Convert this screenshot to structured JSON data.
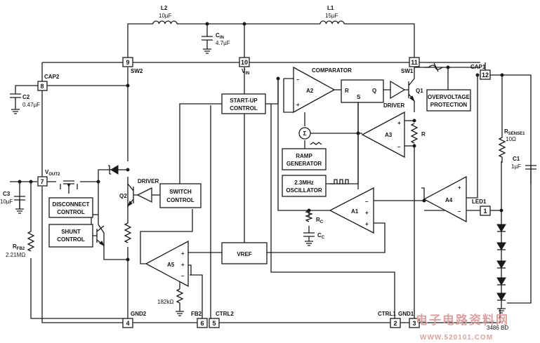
{
  "labels": {
    "L2": "L2",
    "L2_val": "10µF",
    "L1": "L1",
    "L1_val": "15µF",
    "CIN_main": "C",
    "CIN_sub": "IN",
    "CIN_val": "4.7µF",
    "C2": "C2",
    "C2_val": "0.47µF",
    "C3": "C3",
    "C3_val": "10µF",
    "C1": "C1",
    "C1_val": "1µF",
    "RFB2_main": "R",
    "RFB2_sub": "FB2",
    "RFB2_val": "2.21MΩ",
    "RSENSE_main": "R",
    "RSENSE_sub": "SENSE1",
    "RSENSE_val": "10Ω",
    "RC_main": "R",
    "RC_sub": "C",
    "CC_main": "C",
    "CC_sub": "C",
    "R_q1": "R",
    "R182": "182kΩ",
    "Q1": "Q1",
    "Q2": "Q2",
    "driver1": "DRIVER",
    "driver2": "DRIVER",
    "comparator": "COMPARATOR",
    "A1": "A1",
    "A2": "A2",
    "A3": "A3",
    "A4": "A4",
    "A5": "A5",
    "R_latch": "R",
    "S_latch": "S",
    "Q_latch": "Q",
    "sigma": "Σ",
    "watermark_cn": "电子电路资料网",
    "watermark_url": "WWW.520101.COM",
    "fig_id": "3486 BD"
  },
  "pins": {
    "p1": "1",
    "p2": "2",
    "p3": "3",
    "p4": "4",
    "p5": "5",
    "p6": "6",
    "p7": "7",
    "p8": "8",
    "p9": "9",
    "p10": "10",
    "p11": "11",
    "p12": "12"
  },
  "pin_names": {
    "SW2": "SW2",
    "VIN_main": "V",
    "VIN_sub": "IN",
    "SW1": "SW1",
    "CAP1": "CAP1",
    "CAP2": "CAP2",
    "VOUT2_main": "V",
    "VOUT2_sub": "OUT2",
    "LED1": "LED1",
    "GND2": "GND2",
    "FB2": "FB2",
    "CTRL2": "CTRL2",
    "CTRL1": "CTRL1",
    "GND1": "GND1"
  },
  "blocks": {
    "startup_1": "START-UP",
    "startup_2": "CONTROL",
    "ovp_1": "OVERVOLTAGE",
    "ovp_2": "PROTECTION",
    "ramp_1": "RAMP",
    "ramp_2": "GENERATOR",
    "osc_1": "2.3MHz",
    "osc_2": "OSCILLATOR",
    "disc_1": "DISCONNECT",
    "disc_2": "CONTROL",
    "shunt_1": "SHUNT",
    "shunt_2": "CONTROL",
    "switch_1": "SWITCH",
    "switch_2": "CONTROL",
    "vref": "VREF"
  },
  "signs": {
    "plus": "+",
    "minus": "–"
  }
}
